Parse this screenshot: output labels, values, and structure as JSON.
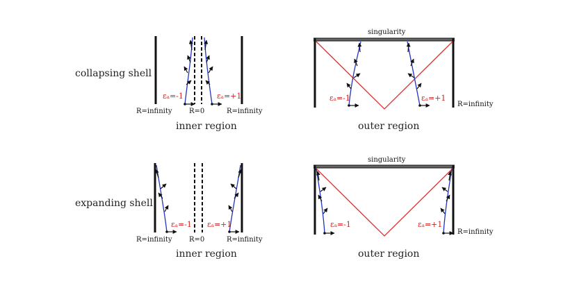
{
  "rows": [
    {
      "label": "collapsing shell",
      "inner": {
        "region_label": "inner region",
        "left_infinity": "R=infinity",
        "center": "R=0",
        "right_infinity": "R=infinity",
        "eps_left": "εₐ=-1",
        "eps_right": "εₐ=+1"
      },
      "outer": {
        "region_label": "outer region",
        "singularity": "singularity",
        "right_infinity": "R=infinity",
        "eps_left": "εₐ=-1",
        "eps_right": "εₐ=+1"
      }
    },
    {
      "label": "expanding shell",
      "inner": {
        "region_label": "inner region",
        "left_infinity": "R=infinity",
        "center": "R=0",
        "right_infinity": "R=infinity",
        "eps_left": "εₐ=-1",
        "eps_right": "εₐ=+1"
      },
      "outer": {
        "region_label": "outer region",
        "singularity": "singularity",
        "right_infinity": "R=infinity",
        "eps_left": "εₐ=-1",
        "eps_right": "εₐ=+1"
      }
    }
  ],
  "colors": {
    "horizon": "#e03030",
    "shell": "#2233bb",
    "eps": "#d62020",
    "boundary": "#111111"
  }
}
